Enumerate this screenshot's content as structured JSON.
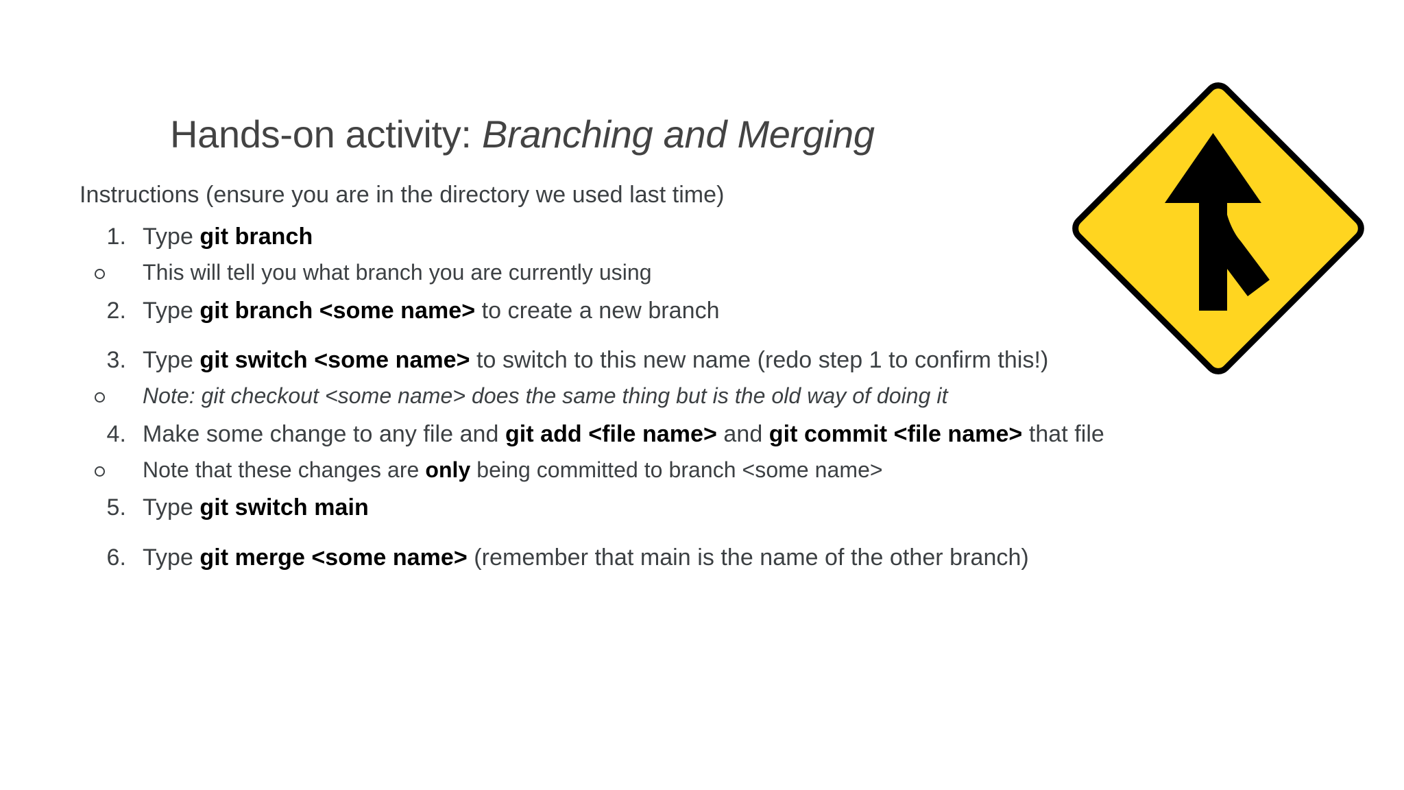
{
  "slide": {
    "title_prefix": "Hands-on activity: ",
    "title_emphasis": "Branching and Merging",
    "intro": "Instructions (ensure you are in the directory we used last time)",
    "background_color": "#ffffff",
    "text_color": "#3c4043"
  },
  "steps": [
    {
      "number": "1.",
      "parts": [
        {
          "text": "Type ",
          "bold": false
        },
        {
          "text": "git branch",
          "bold": true
        }
      ],
      "substeps": [
        {
          "italic": false,
          "parts": [
            {
              "text": "This will tell you what branch you are currently using",
              "bold": false
            }
          ]
        }
      ]
    },
    {
      "number": "2.",
      "parts": [
        {
          "text": "Type ",
          "bold": false
        },
        {
          "text": "git branch <some name>",
          "bold": true
        },
        {
          "text": " to create a new branch",
          "bold": false
        }
      ],
      "substeps": []
    },
    {
      "number": "3.",
      "parts": [
        {
          "text": "Type ",
          "bold": false
        },
        {
          "text": "git switch <some name>",
          "bold": true
        },
        {
          "text": " to switch to this new name (redo step 1 to confirm this!)",
          "bold": false
        }
      ],
      "substeps": [
        {
          "italic": true,
          "parts": [
            {
              "text": "Note: git checkout <some name> does the same thing but is the old way of doing it",
              "bold": false
            }
          ]
        }
      ]
    },
    {
      "number": "4.",
      "parts": [
        {
          "text": "Make some change to any file and ",
          "bold": false
        },
        {
          "text": "git add <file name>",
          "bold": true
        },
        {
          "text": " and ",
          "bold": false
        },
        {
          "text": "git commit <file name>",
          "bold": true
        },
        {
          "text": " that file",
          "bold": false
        }
      ],
      "substeps": [
        {
          "italic": false,
          "parts": [
            {
              "text": "Note that these changes are ",
              "bold": false
            },
            {
              "text": "only",
              "bold": true
            },
            {
              "text": " being committed to branch <some name>",
              "bold": false
            }
          ]
        }
      ]
    },
    {
      "number": "5.",
      "parts": [
        {
          "text": "Type ",
          "bold": false
        },
        {
          "text": "git switch main",
          "bold": true
        }
      ],
      "substeps": []
    },
    {
      "number": "6.",
      "parts": [
        {
          "text": "Type ",
          "bold": false
        },
        {
          "text": "git merge <some name>",
          "bold": true
        },
        {
          "text": "  (remember that main is the name of the other branch)",
          "bold": false
        }
      ],
      "substeps": []
    }
  ],
  "sign": {
    "name": "merge-road-sign",
    "shape": "diamond",
    "fill_color": "#FFD520",
    "border_color": "#000000",
    "symbol_color": "#000000",
    "meaning": "merging traffic ahead"
  }
}
